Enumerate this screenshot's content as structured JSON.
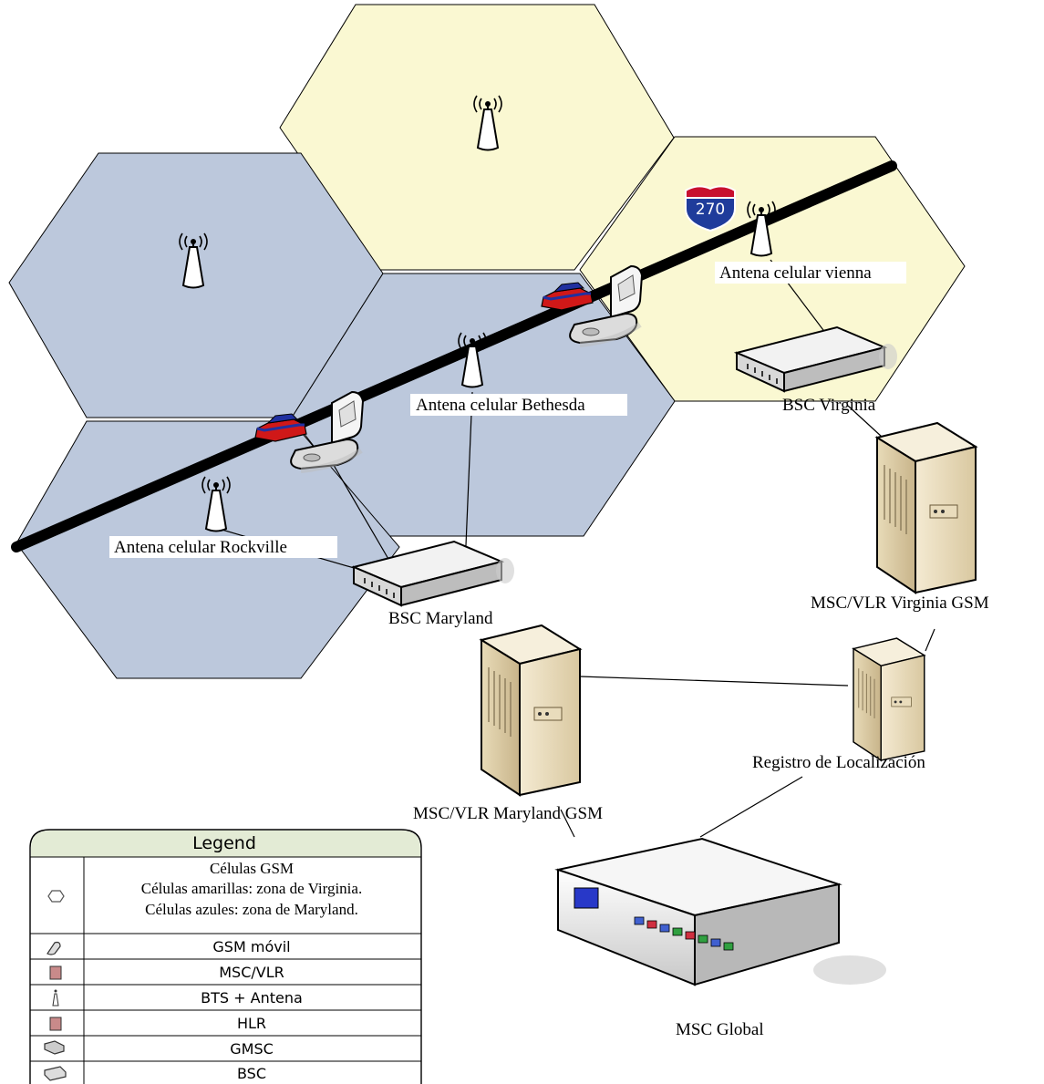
{
  "highway": {
    "shield_number": "270"
  },
  "labels": {
    "antenna_vienna": "Antena celular vienna",
    "antenna_bethesda": "Antena celular Bethesda",
    "antenna_rockville": "Antena celular Rockville",
    "bsc_virginia": "BSC Virginia",
    "bsc_maryland": "BSC Maryland",
    "msc_virginia": "MSC/VLR Virginia GSM",
    "msc_maryland": "MSC/VLR Maryland GSM",
    "location_register": "Registro de Localización",
    "msc_global": "MSC Global"
  },
  "legend": {
    "title": "Legend",
    "cells_title": "Células GSM",
    "cells_yellow": "Células amarillas: zona de Virginia.",
    "cells_blue": "Células azules: zona de Maryland.",
    "items": [
      {
        "label": "GSM móvil",
        "icon": "mobile-phone-icon"
      },
      {
        "label": "MSC/VLR",
        "icon": "server-icon"
      },
      {
        "label": "BTS + Antena",
        "icon": "antenna-icon"
      },
      {
        "label": "HLR",
        "icon": "server-icon"
      },
      {
        "label": "GMSC",
        "icon": "switch-icon"
      },
      {
        "label": "BSC",
        "icon": "bsc-icon"
      }
    ]
  },
  "colors": {
    "virginia_cell": "#FAF8D2",
    "maryland_cell": "#BCC8DC",
    "road": "#000000",
    "shield_blue": "#1F3C9B",
    "shield_red": "#C8102E"
  }
}
